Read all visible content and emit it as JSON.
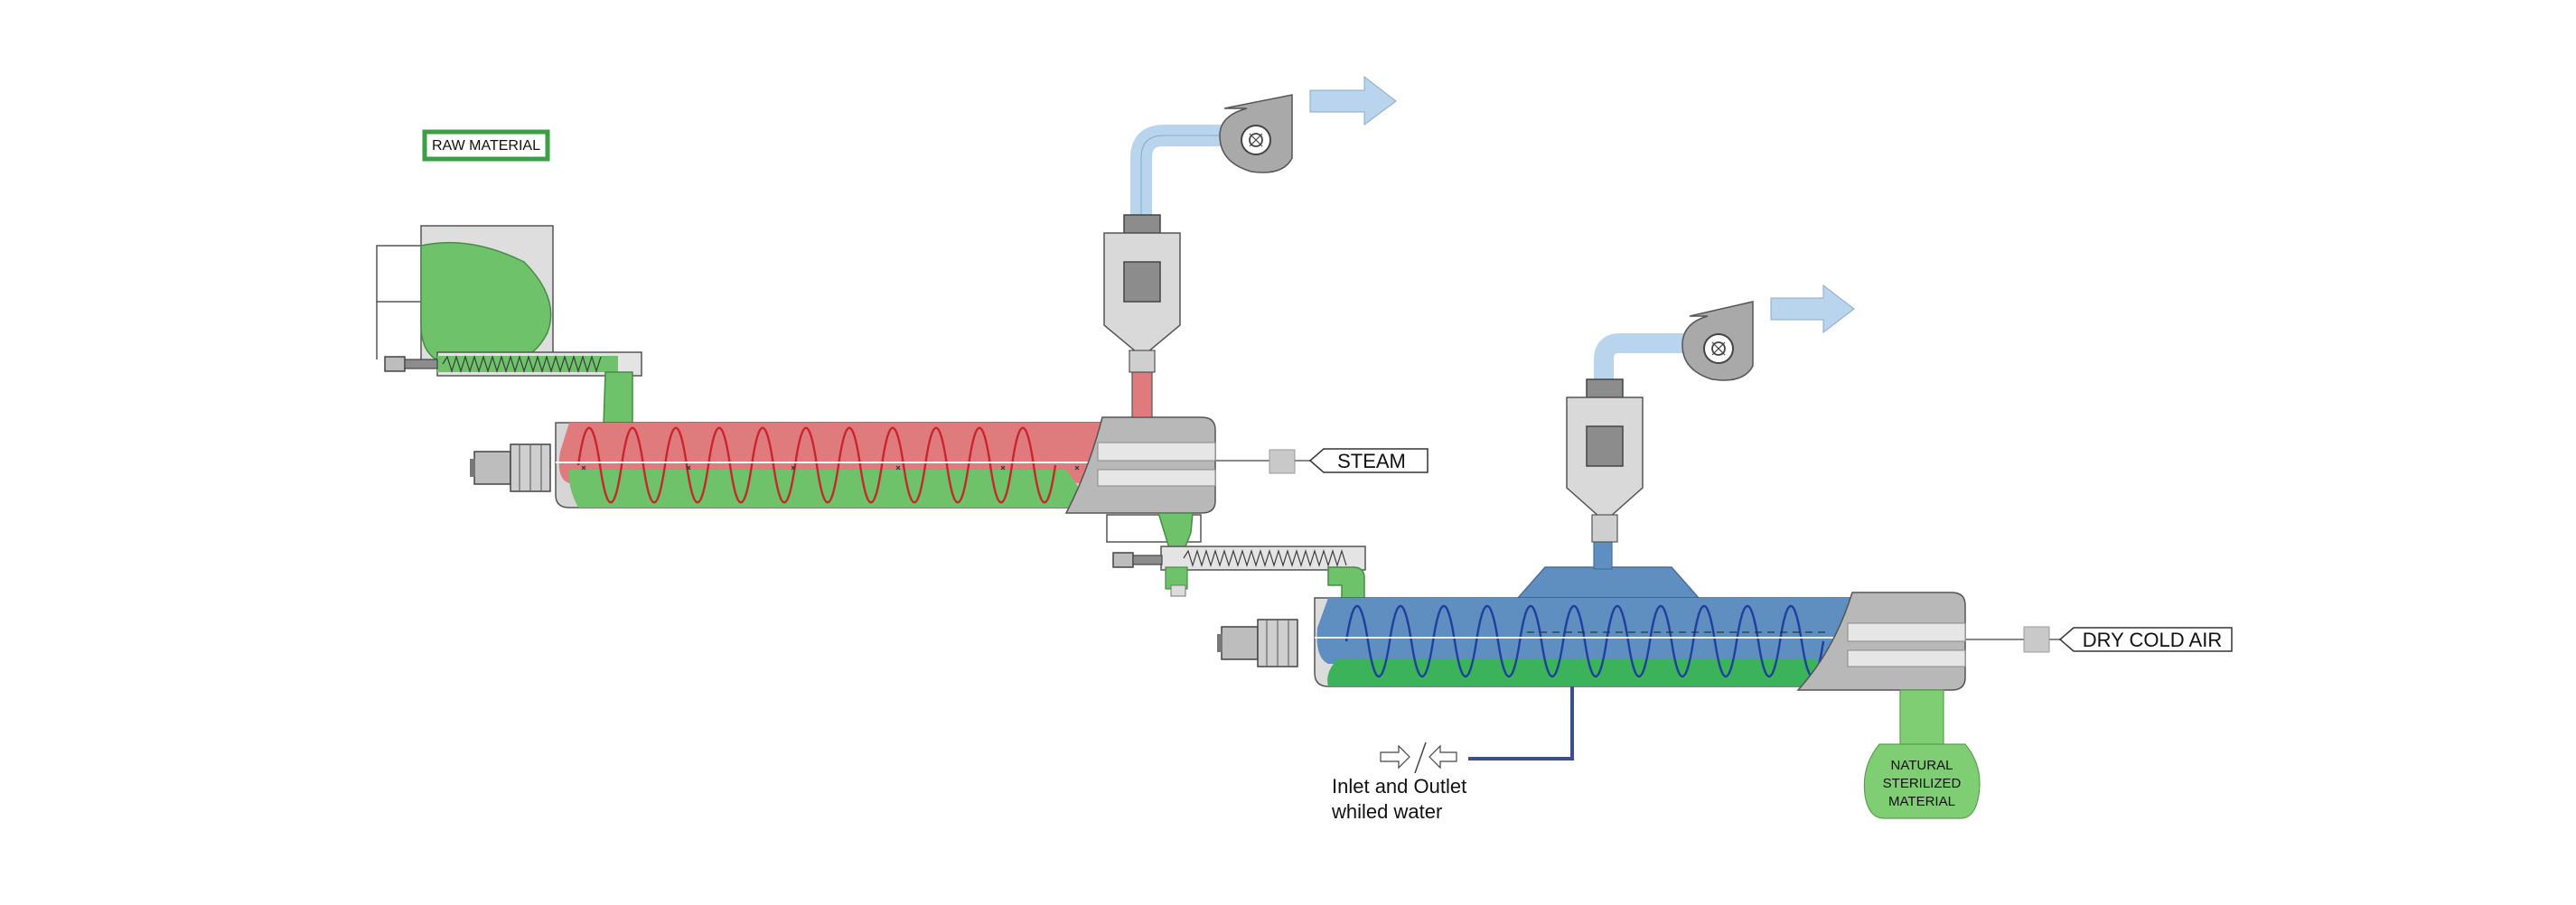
{
  "labels": {
    "raw_material": "RAW MATERIAL",
    "steam": "STEAM",
    "dry_cold_air": "DRY COLD AIR",
    "water_line1": "Inlet and Outlet",
    "water_line2": "whiled water",
    "product_line1": "NATURAL",
    "product_line2": "STERILIZED",
    "product_line3": "MATERIAL"
  },
  "colors": {
    "material_green": "#6dc26a",
    "steam_red": "#e07b7d",
    "cooling_blue": "#5f8fc0",
    "air_light_blue": "#b9d5ee",
    "steel_gray": "#a9a9a9",
    "label_border_green": "#3aa043"
  }
}
